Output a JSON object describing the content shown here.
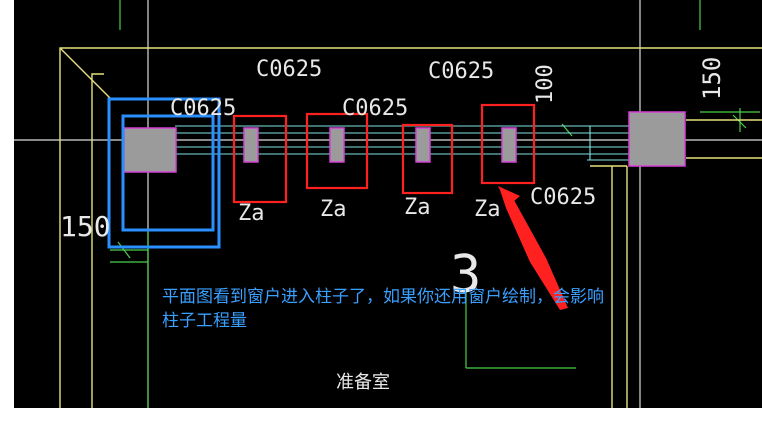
{
  "window": {
    "background_color": "#000000",
    "page_background": "#ffffff"
  },
  "colors": {
    "wall_line": "#e6e07a",
    "axis_line": "#dcdcdc",
    "window_line": "#7fe3e3",
    "column_fill": "#9b9b9b",
    "column_border": "#d640d6",
    "dimension_line": "#4ad04a",
    "highlight_red": "#ff2020",
    "highlight_blue": "#2a8fff",
    "annotation_text": "#3aa0ff",
    "label_text": "#e8e8e8"
  },
  "labels": {
    "window_code_1": "C0625",
    "window_code_2": "C0625",
    "window_code_3": "C0625",
    "window_code_4": "C0625",
    "window_code_5": "C0625",
    "za_1": "Za",
    "za_2": "Za",
    "za_3": "Za",
    "za_4": "Za",
    "dim_150_left": "150",
    "dim_100": "100",
    "dim_150_right": "150",
    "room_number": "3",
    "room_name": "准备室"
  },
  "annotation": {
    "line1": "平面图看到窗户进入柱子了，如果你还用窗户绘制，会影响",
    "line2": "柱子工程量"
  },
  "icons": {
    "arrow": "red-arrow-icon"
  }
}
